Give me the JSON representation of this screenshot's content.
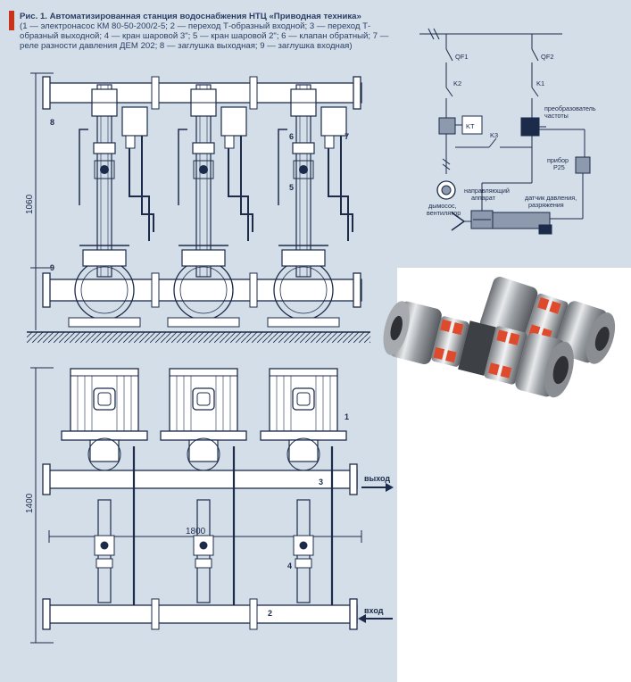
{
  "caption": {
    "title": "Рис. 1. Автоматизированная станция водоснабжения НТЦ «Приводная техника»",
    "body": "(1 — электронасос КМ 80-50-200/2-5; 2 — переход Т-образный входной; 3 — переход Т-образный выходной; 4 — кран шаровой 3\"; 5 — кран шаровой 2\"; 6 — клапан обратный; 7 — реле разности давления ДЕМ 202; 8 — заглушка выходная; 9 — заглушка входная)"
  },
  "dimensions": {
    "height_top": "1060",
    "height_bottom": "1400",
    "width": "1800"
  },
  "part_numbers": {
    "n1": "1",
    "n2": "2",
    "n3": "3",
    "n4": "4",
    "n5": "5",
    "n6": "6",
    "n7": "7",
    "n8": "8",
    "n9": "9"
  },
  "flow": {
    "out": "выход",
    "in": "вход"
  },
  "schematic": {
    "qf1": "QF1",
    "qf2": "QF2",
    "k1": "K1",
    "k2": "K2",
    "k3": "K3",
    "kt": "KT",
    "converter_line1": "преобразователь",
    "converter_line2": "частоты",
    "device_line1": "прибор",
    "device_line2": "P25",
    "fan_line1": "дымосос,",
    "fan_line2": "вентилятор",
    "guide_line1": "направляющий",
    "guide_line2": "аппарат",
    "sensor_line1": "датчик давления,",
    "sensor_line2": "разряжения"
  },
  "colors": {
    "panel": "#d3dee9",
    "line": "#1c2b4a",
    "accent": "#c8341b",
    "schematic_device": "#8d99ad"
  }
}
